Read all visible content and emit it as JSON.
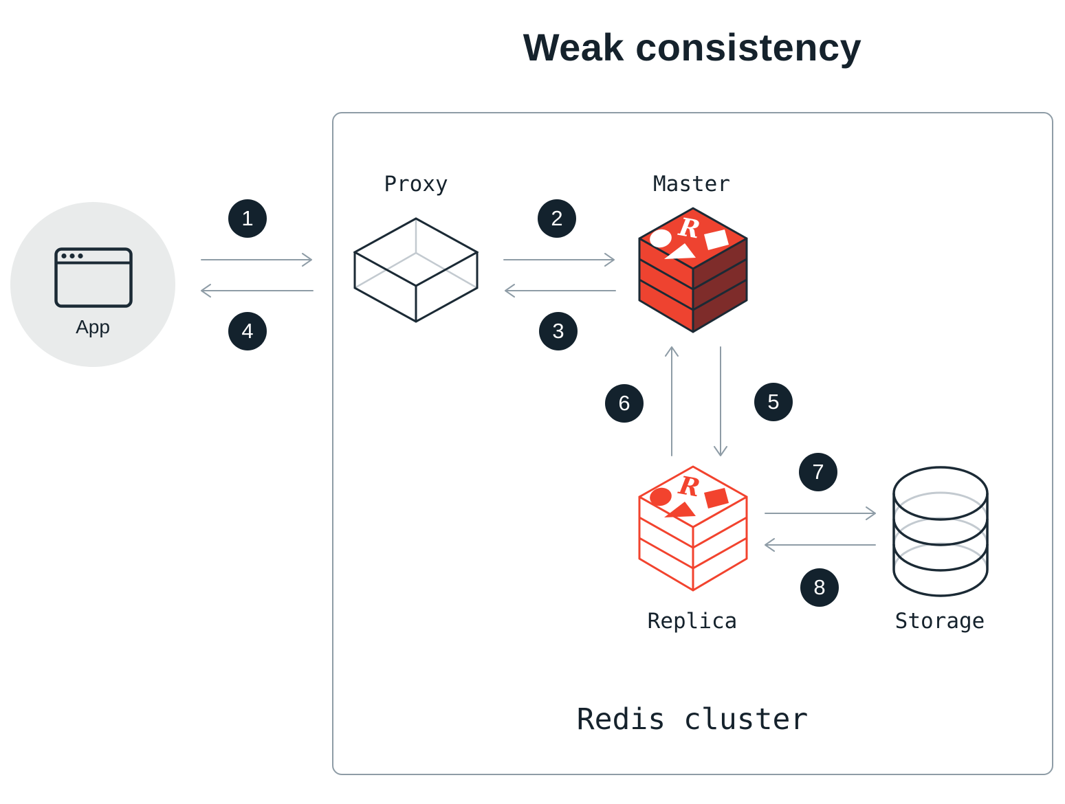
{
  "title": "Weak consistency",
  "app": {
    "label": "App"
  },
  "cluster": {
    "label": "Redis cluster"
  },
  "nodes": {
    "proxy": {
      "label": "Proxy"
    },
    "master": {
      "label": "Master"
    },
    "replica": {
      "label": "Replica"
    },
    "storage": {
      "label": "Storage"
    }
  },
  "redis_mark": "R",
  "steps": [
    "1",
    "2",
    "3",
    "4",
    "5",
    "6",
    "7",
    "8"
  ],
  "colors": {
    "ink": "#15222c",
    "outline_navy": "#1b2a35",
    "arrow_gray": "#8e9ca6",
    "hidden_edge_gray": "#c3cad0",
    "badge_navy": "#13222d",
    "accent_red": "#ee4330",
    "dark_red": "#7e2c2a",
    "app_circle_gray": "#e9ebeb",
    "background": "#ffffff"
  }
}
